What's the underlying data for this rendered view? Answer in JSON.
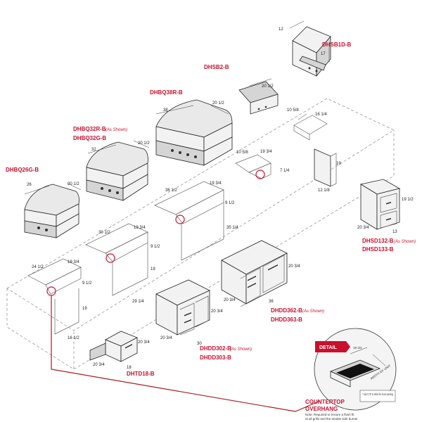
{
  "labels": {
    "dhsb1d": "DHSB1D-B",
    "dhsb2": "DHSB2-B",
    "dhbq38r": "DHBQ38R-B",
    "dhbq32r": "DHBQ32R-B",
    "dhbq32r_note": "(As Shown)",
    "dhbq32g": "DHBQ32G-B",
    "dhbq26g": "DHBQ26G-B",
    "dhsd132": "DHSD132-B",
    "dhsd132_note": "(As Shown)",
    "dhsd133": "DHSD133-B",
    "dhdd362": "DHDD362-B",
    "dhdd362_note": "(As Shown)",
    "dhdd363": "DHDD363-B",
    "dhdd302": "DHDD302-B",
    "dhdd302_note": "(As Shown)",
    "dhdd303": "DHDD303-B",
    "dhtd18": "DHTD18-B"
  },
  "dimensions": {
    "sb1d_w": "12",
    "sb1d_d": "17",
    "sb2_w": "20 1/2",
    "cut_sb1d_a": "10 5/8",
    "cut_sb1d_b": "16 1/4",
    "g38_w": "38",
    "g38_d": "20 1/2",
    "g32_w": "32",
    "g32_d": "20 1/2",
    "g26_w": "26",
    "g26_d": "20 1/2",
    "cut_sb2_a": "10 5/8",
    "cut_sb2_b": "19 3/4",
    "cut_sb2_c": "7 1/4",
    "panel_h": "19",
    "panel_w": "12 1/8",
    "cut38_w": "36 1/2",
    "cut38_d": "19 3/4",
    "cut38_h": "9 1/2",
    "cut32_w": "30 1/2",
    "cut32_d": "19 3/4",
    "cut32_h": "9 1/2",
    "cut32_f": "19",
    "cut32_g": "29 1/4",
    "cut38_f": "35 1/4",
    "cut26_w": "24 1/2",
    "cut26_d": "19 3/4",
    "cut26_h": "9 1/2",
    "cut26_f": "19",
    "cut26_g": "16 1/2",
    "sd_h": "19 1/2",
    "sd_d": "20 3/4",
    "sd_w": "13",
    "dd36_h": "20 3/4",
    "dd36_d": "20 3/4",
    "dd36_w": "36",
    "dd30_h": "20 3/4",
    "dd30_d": "20 3/4",
    "dd30_w": "30",
    "td_h": "20 3/4",
    "td_d": "20 3/4",
    "td_w": "18"
  },
  "detail": {
    "tag": "DETAIL",
    "dim_a": "19 3/4",
    "dim_b": "WIDTH OF UNIT",
    "note": "* Add 3.75\" to allow for hood opening",
    "countertop_title": "COUNTERTOP",
    "overhang_title": "OVERHANG",
    "note_line1": "Note: Required to ensure a flush fit",
    "note_line2": "at all grills and the double side burner."
  }
}
